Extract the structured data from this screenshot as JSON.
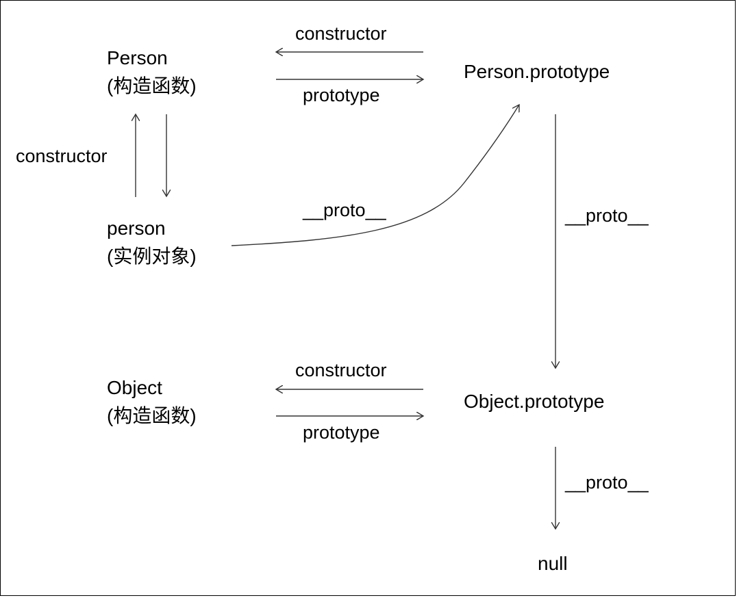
{
  "nodes": {
    "person_constructor": {
      "name": "Person",
      "note": "(构造函数)"
    },
    "person_prototype": {
      "name": "Person.prototype"
    },
    "person_instance": {
      "name": "person",
      "note": "(实例对象)"
    },
    "object_constructor": {
      "name": "Object",
      "note": "(构造函数)"
    },
    "object_prototype": {
      "name": "Object.prototype"
    },
    "null_node": {
      "name": "null"
    }
  },
  "edges": {
    "person_prototype_to_person_constructor": "constructor",
    "person_constructor_to_person_prototype": "prototype",
    "person_instance_to_person_constructor": "constructor",
    "person_instance_to_person_prototype": "__proto__",
    "person_prototype_to_object_prototype": "__proto__",
    "object_prototype_to_object_constructor": "constructor",
    "object_constructor_to_object_prototype": "prototype",
    "object_prototype_to_null": "__proto__"
  },
  "style": {
    "line_color": "#333333",
    "text_color": "#000000",
    "background": "#ffffff"
  }
}
